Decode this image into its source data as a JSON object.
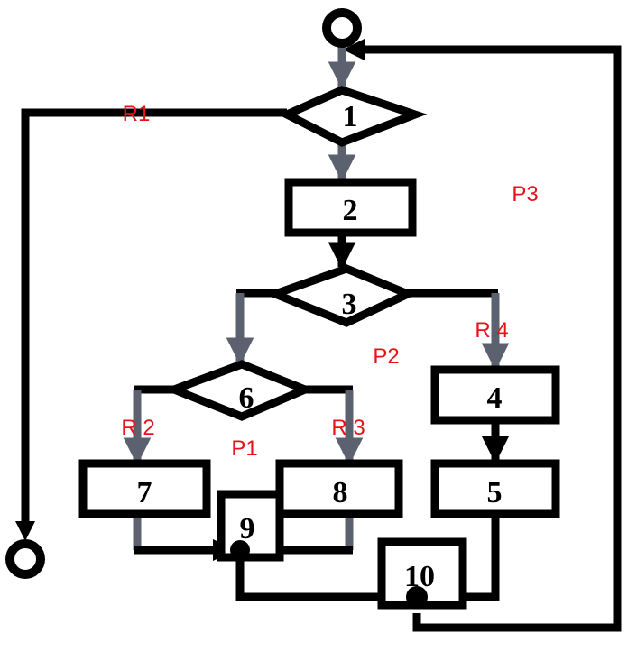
{
  "colors": {
    "line": "#000000",
    "flow_gray": "#5c6170",
    "label_red": "#e8131a",
    "background": "#ffffff"
  },
  "nodes": {
    "n1": "1",
    "n2": "2",
    "n3": "3",
    "n4": "4",
    "n5": "5",
    "n6": "6",
    "n7": "7",
    "n8": "8",
    "n9": "9",
    "n10": "10"
  },
  "regions": {
    "r1": "R1",
    "r2": "R 2",
    "r3": "R 3",
    "r4": "R 4"
  },
  "paths": {
    "p1": "P1",
    "p2": "P2",
    "p3": "P3"
  }
}
